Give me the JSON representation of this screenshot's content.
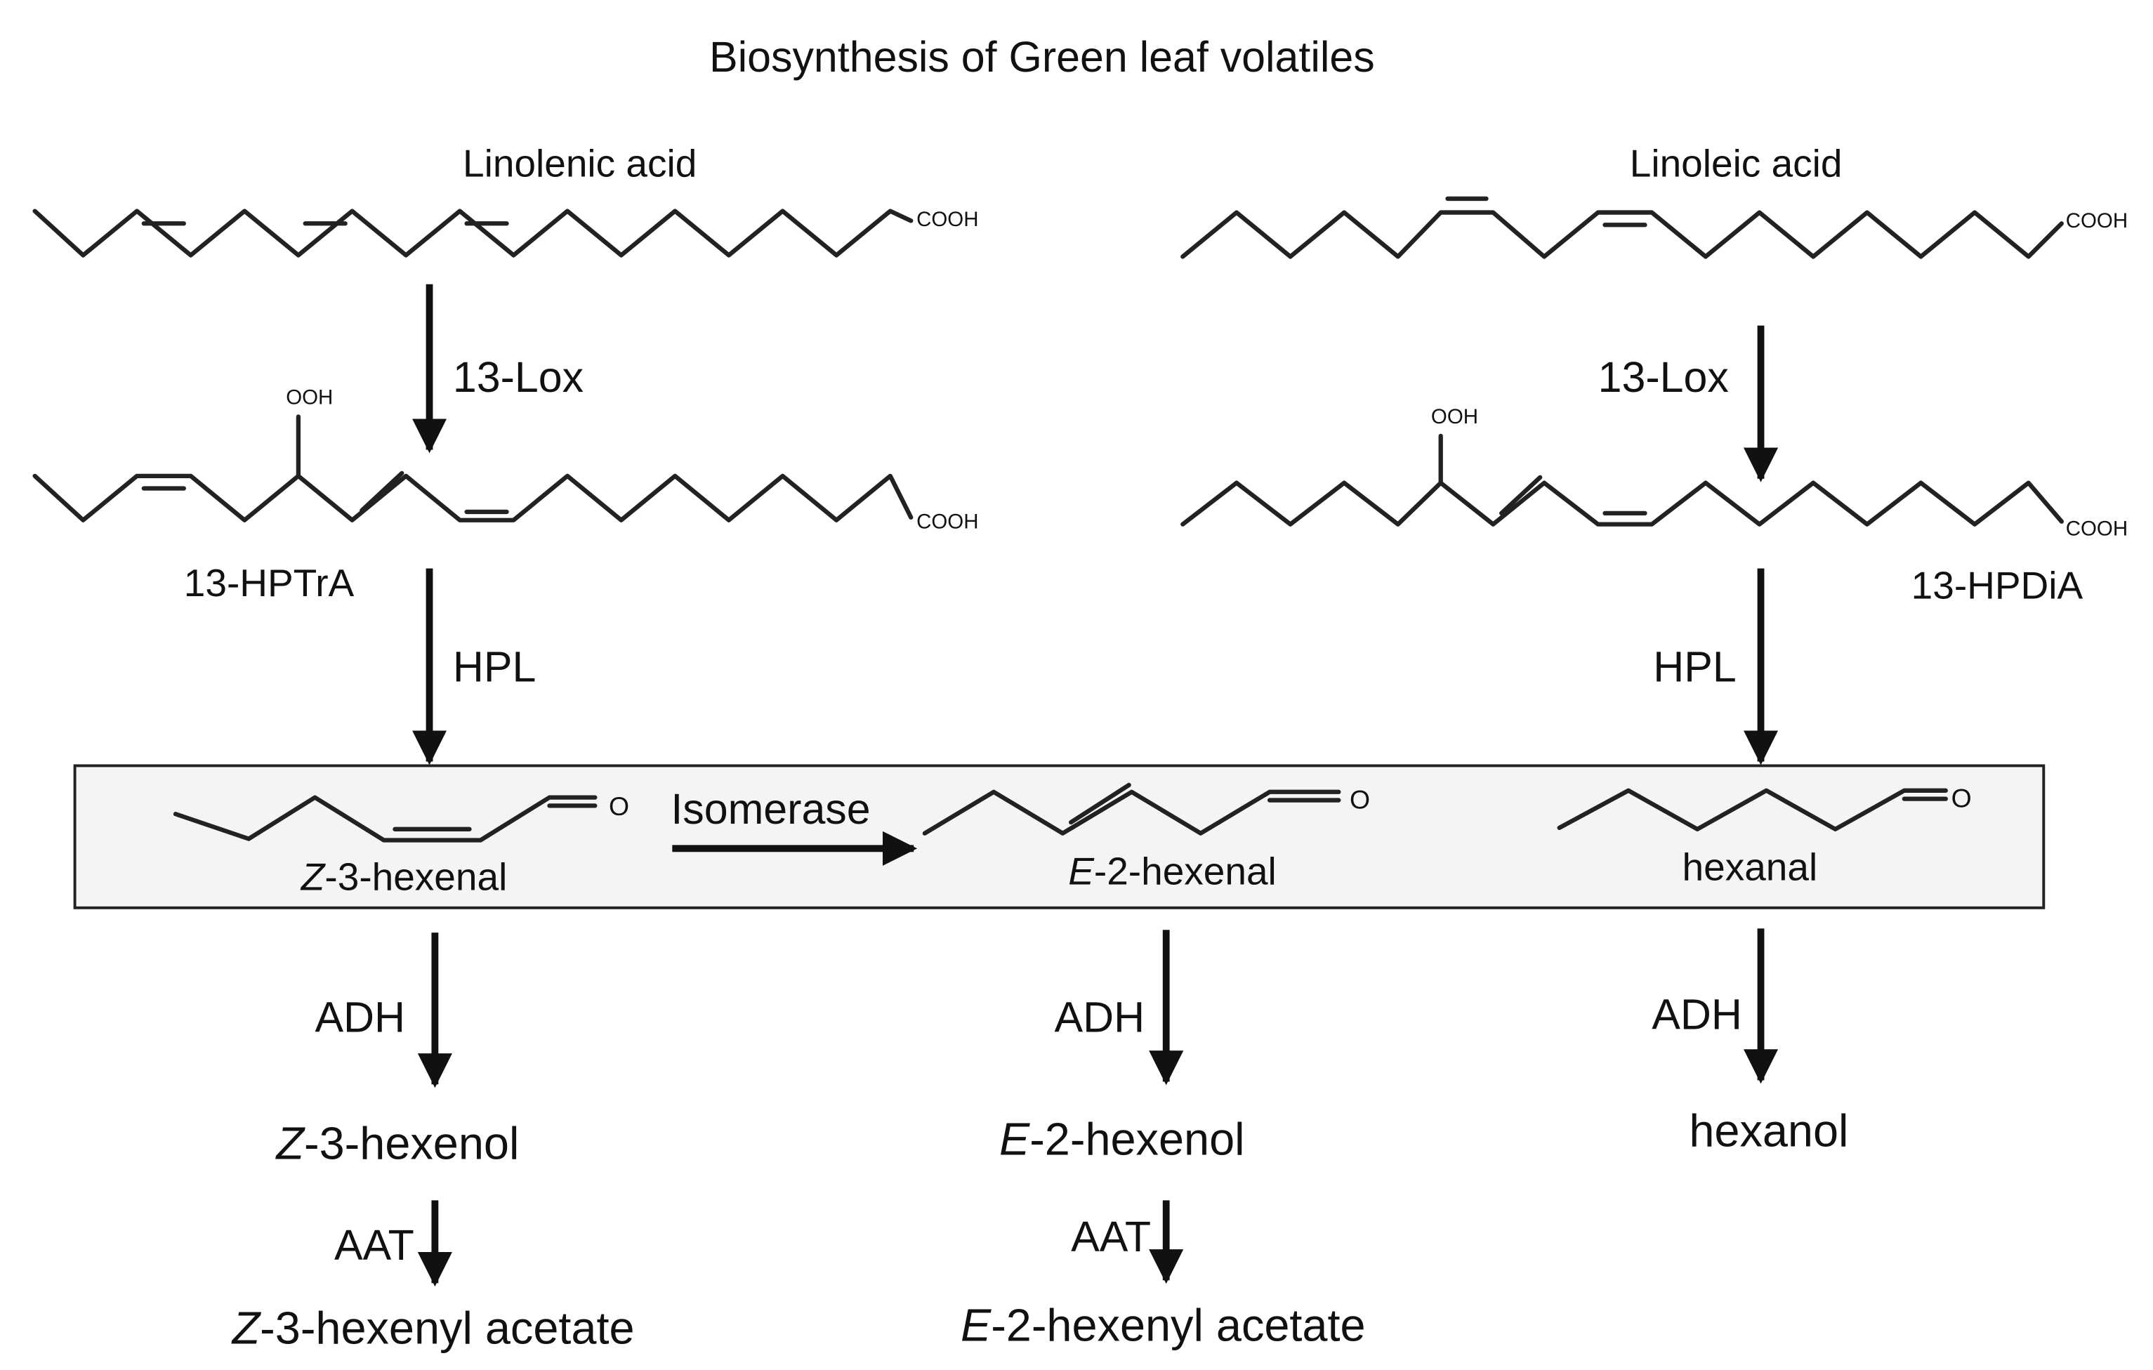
{
  "title": "Biosynthesis of Green leaf volatiles",
  "left_chain": {
    "substrate": "Linolenic acid",
    "enzyme1": "13-Lox",
    "intermediate": "13-HPTrA",
    "enzyme2": "HPL",
    "ooh": "OOH",
    "cooh": "COOH"
  },
  "right_chain": {
    "substrate": "Linoleic acid",
    "enzyme1": "13-Lox",
    "intermediate": "13-HPDiA",
    "enzyme2": "HPL",
    "ooh": "OOH",
    "cooh": "COOH"
  },
  "aldehydes": {
    "isomerase": "Isomerase",
    "oxygen": "O",
    "z3_prefix": "Z",
    "z3_suffix": "-3-hexenal",
    "e2_prefix": "E",
    "e2_suffix": "-2-hexenal",
    "hexanal": "hexanal"
  },
  "alcohols": {
    "adh": "ADH",
    "z3_prefix": "Z",
    "z3_suffix": "-3-hexenol",
    "e2_prefix": "E",
    "e2_suffix": "-2-hexenol",
    "hexanol": "hexanol"
  },
  "acetates": {
    "aat": "AAT",
    "z3_prefix": "Z",
    "z3_suffix": "-3-hexenyl acetate",
    "e2_prefix": "E",
    "e2_suffix": "-2-hexenyl acetate"
  }
}
